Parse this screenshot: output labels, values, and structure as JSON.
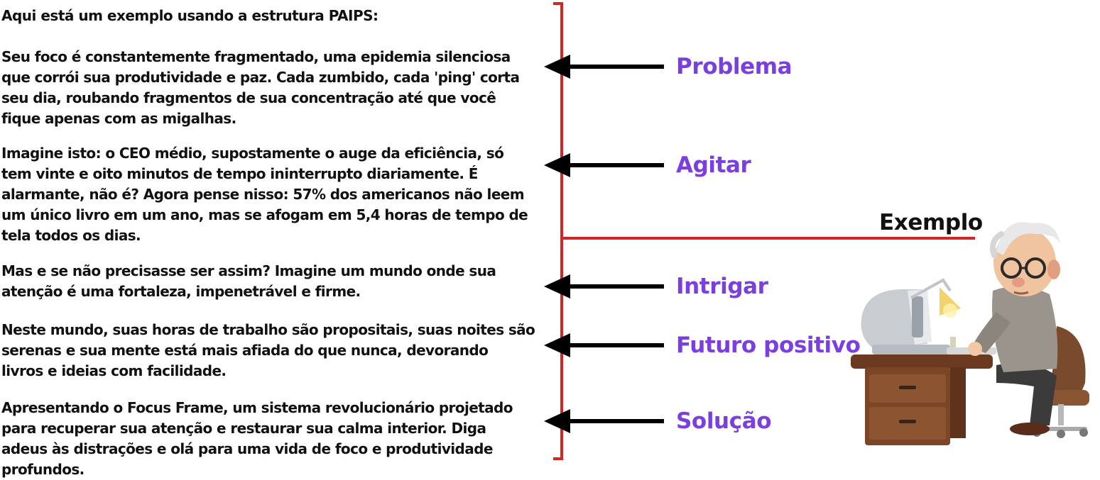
{
  "intro": "Aqui está um exemplo usando a estrutura PAIPS:",
  "paragraphs": [
    {
      "lines": [
        "Seu foco é constantemente fragmentado, uma epidemia silenciosa",
        "que corrói sua produtividade e paz. Cada zumbido, cada 'ping' corta",
        "seu dia, roubando fragmentos de sua concentração até que você",
        "fique apenas com as migalhas."
      ]
    },
    {
      "lines": [
        "Imagine isto: o CEO médio, supostamente o auge da eficiência, só",
        "tem vinte e oito minutos de tempo ininterrupto diariamente. É",
        "alarmante, não é? Agora pense nisso: 57% dos americanos não leem",
        "um único livro em um ano, mas se afogam em 5,4 horas de tempo de",
        "tela todos os dias."
      ]
    },
    {
      "lines": [
        "Mas e se não precisasse ser assim? Imagine um mundo onde sua",
        "atenção é uma fortaleza, impenetrável e firme."
      ]
    },
    {
      "lines": [
        "Neste mundo, suas horas de trabalho são propositais, suas noites são",
        "serenas e sua mente está mais afiada do que nunca, devorando",
        "livros e ideias com facilidade."
      ]
    },
    {
      "lines": [
        "Apresentando o Focus Frame, um sistema revolucionário projetado",
        "para recuperar sua atenção e restaurar sua calma interior. Diga",
        "adeus às distrações e olá para uma vida de foco e produtividade",
        "profundos."
      ]
    }
  ],
  "stages": [
    "Problema",
    "Agitar",
    "Intrigar",
    "Futuro positivo",
    "Solução"
  ],
  "example_label": "Exemplo",
  "colors": {
    "text": "#111111",
    "stage_label": "#7B3FE0",
    "bracket": "#D42424",
    "arrow": "#000000"
  },
  "icons": {
    "arrow": "left-arrow-icon",
    "illustration": "elderly-man-at-computer-illustration"
  }
}
